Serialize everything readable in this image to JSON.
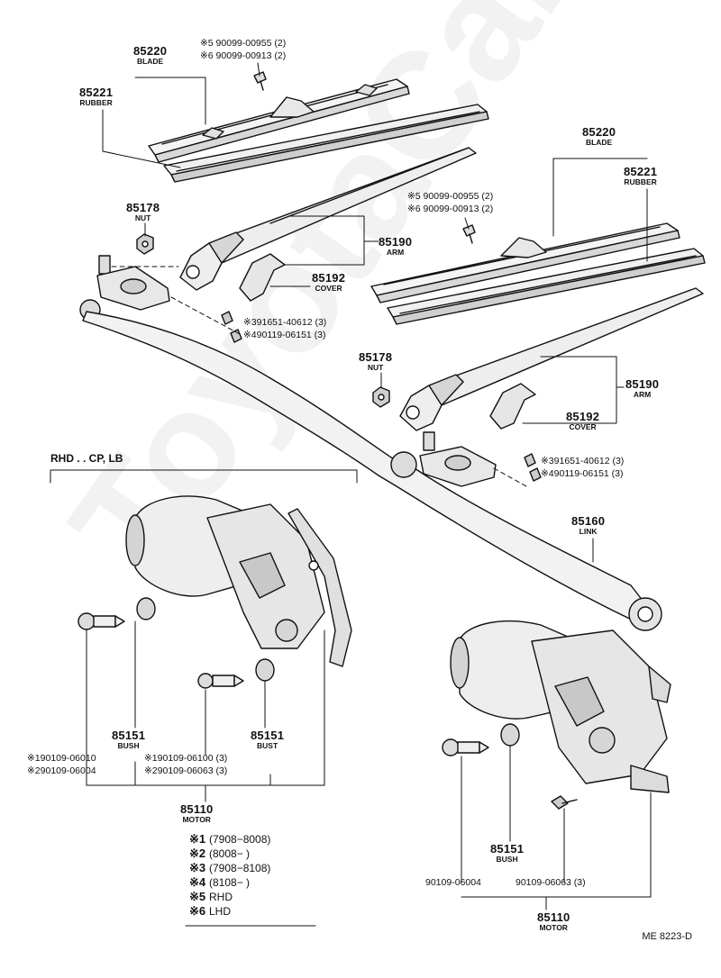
{
  "watermark": "ToyotaCarMine.ru",
  "section_header": "RHD . . CP, LB",
  "drawing_code": "ME 8223-D",
  "parts": [
    {
      "key": "blade_a",
      "number": "85220",
      "name": "BLADE"
    },
    {
      "key": "rubber_a",
      "number": "85221",
      "name": "RUBBER"
    },
    {
      "key": "blade_b",
      "number": "85220",
      "name": "BLADE"
    },
    {
      "key": "rubber_b",
      "number": "85221",
      "name": "RUBBER"
    },
    {
      "key": "nut_a",
      "number": "85178",
      "name": "NUT"
    },
    {
      "key": "arm_a",
      "number": "85190",
      "name": "ARM"
    },
    {
      "key": "cover_a",
      "number": "85192",
      "name": "COVER"
    },
    {
      "key": "nut_b",
      "number": "85178",
      "name": "NUT"
    },
    {
      "key": "arm_b",
      "number": "85190",
      "name": "ARM"
    },
    {
      "key": "cover_b",
      "number": "85192",
      "name": "COVER"
    },
    {
      "key": "link",
      "number": "85160",
      "name": "LINK"
    },
    {
      "key": "bush_a",
      "number": "85151",
      "name": "BUSH"
    },
    {
      "key": "bust_b",
      "number": "85151",
      "name": "BUST"
    },
    {
      "key": "motor_a",
      "number": "85110",
      "name": "MOTOR"
    },
    {
      "key": "bush_c",
      "number": "85151",
      "name": "BUSH"
    },
    {
      "key": "motor_b",
      "number": "85110",
      "name": "MOTOR"
    }
  ],
  "notes": [
    "※5 90099-00955 (2)",
    "※6 90099-00913 (2)",
    "※5 90099-00955 (2)",
    "※6 90099-00913 (2)",
    "※391651-40612 (3)",
    "※490119-06151 (3)",
    "※391651-40612 (3)",
    "※490119-06151 (3)",
    "※190109-06010",
    "※290109-06004",
    "※190109-06100 (3)",
    "※290109-06063 (3)",
    "90109-06004",
    "90109-06063 (3)"
  ],
  "legend": [
    {
      "mark": "※1",
      "text": "(7908−8008)"
    },
    {
      "mark": "※2",
      "text": "(8008−      )"
    },
    {
      "mark": "※3",
      "text": "(7908−8108)"
    },
    {
      "mark": "※4",
      "text": "(8108−      )"
    },
    {
      "mark": "※5",
      "text": "RHD"
    },
    {
      "mark": "※6",
      "text": "LHD"
    }
  ]
}
